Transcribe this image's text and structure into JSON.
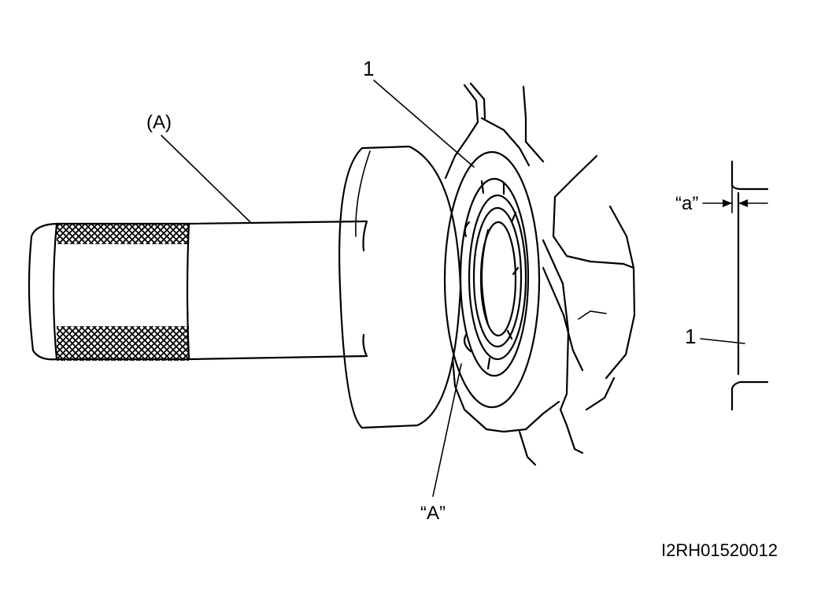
{
  "labels": {
    "tool": "(A)",
    "part_number_top": "1",
    "detail_a": "“a”",
    "part_number_side": "1",
    "area_a": "“A”",
    "figure_id": "I2RH01520012"
  }
}
